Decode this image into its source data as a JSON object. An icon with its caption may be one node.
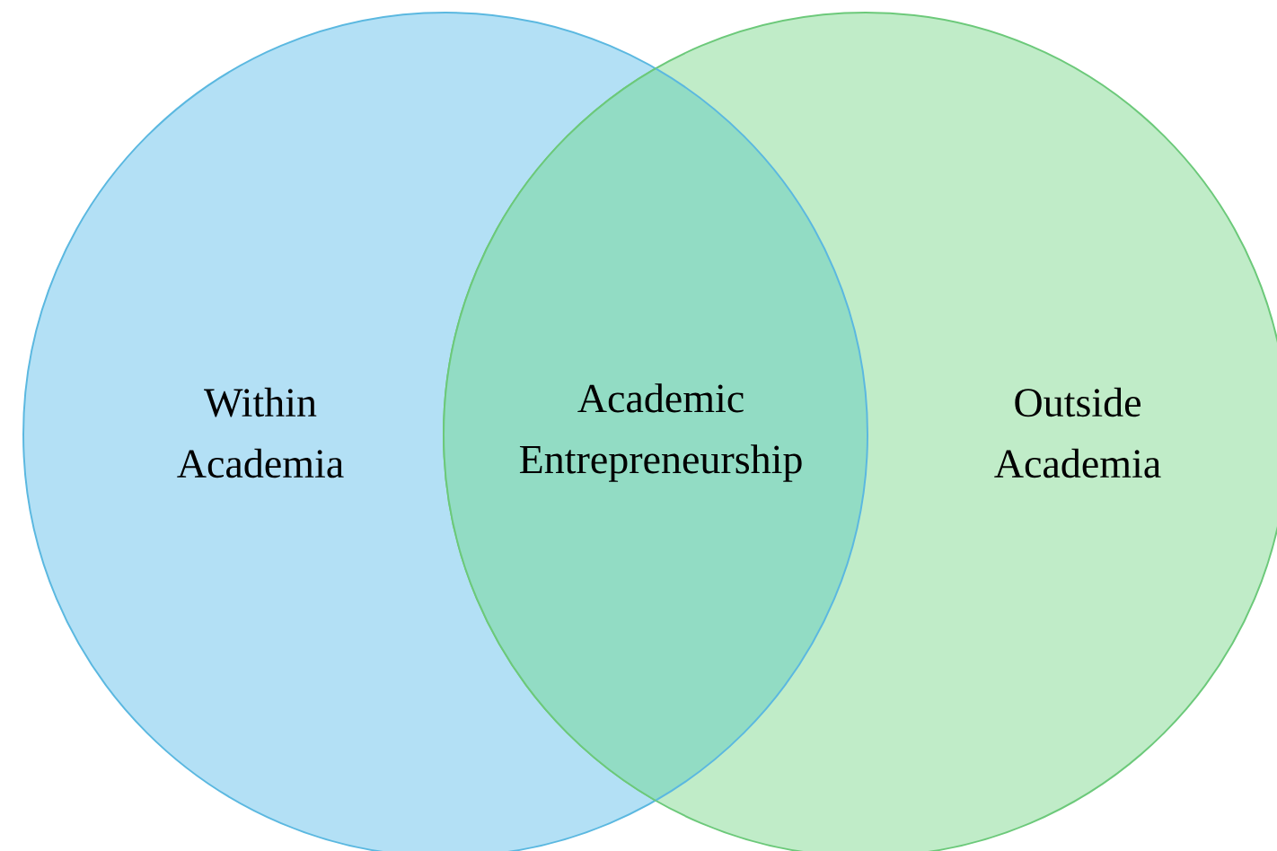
{
  "diagram": {
    "nodes": [
      {
        "text": [
          "Within Academia"
        ]
      },
      {
        "text": [
          "Outside Academia"
        ]
      },
      {
        "text": [
          "Academic Entrepreneurship"
        ]
      }
    ]
  }
}
